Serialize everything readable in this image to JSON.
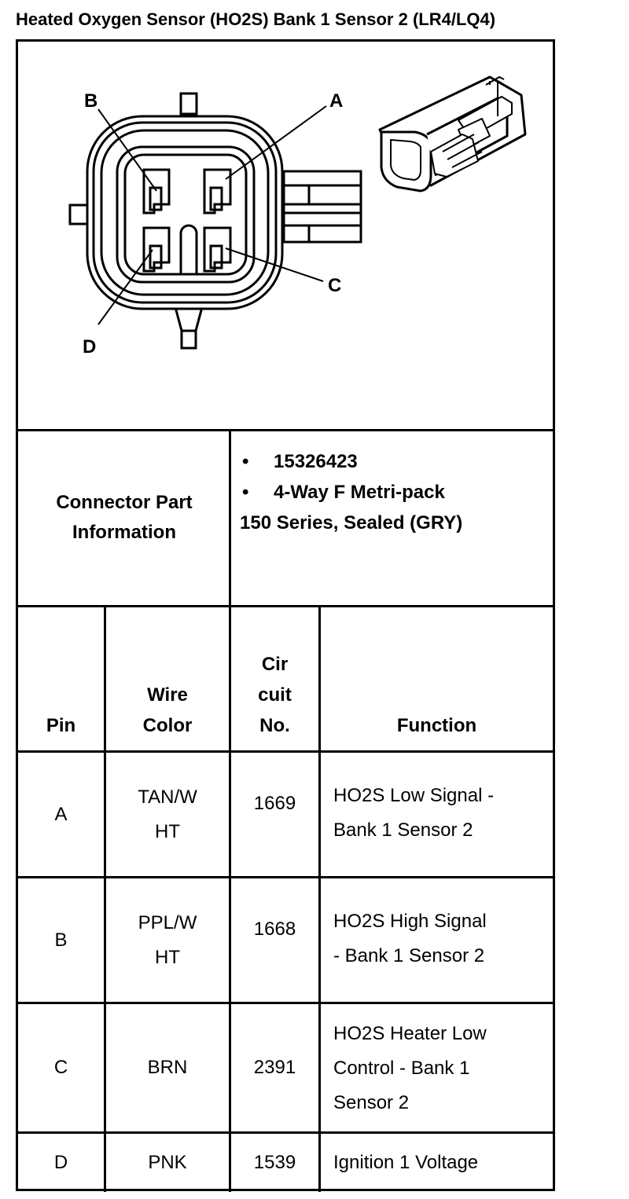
{
  "title": "Heated Oxygen Sensor (HO2S) Bank 1 Sensor 2 (LR4/LQ4)",
  "diagram": {
    "pin_labels": {
      "a": "A",
      "b": "B",
      "c": "C",
      "d": "D"
    }
  },
  "connector_info": {
    "label_line1": "Connector Part",
    "label_line2": "Information",
    "bullet_symbol": "•",
    "part_number": "15326423",
    "connector_type": "4-Way F Metri-pack",
    "connector_type_cont": "150 Series, Sealed (GRY)"
  },
  "table": {
    "headers": {
      "pin": "Pin",
      "wire_color_l1": "Wire",
      "wire_color_l2": "Color",
      "circuit_l1": "Cir",
      "circuit_l2": "cuit",
      "circuit_l3": "No.",
      "function": "Function"
    },
    "rows": [
      {
        "pin": "A",
        "wire_l1": "TAN/W",
        "wire_l2": "HT",
        "circuit": "1669",
        "func_l1": "HO2S Low Signal -",
        "func_l2": "Bank 1 Sensor 2",
        "func_l3": ""
      },
      {
        "pin": "B",
        "wire_l1": "PPL/W",
        "wire_l2": "HT",
        "circuit": "1668",
        "func_l1": "HO2S High Signal",
        "func_l2": "- Bank 1 Sensor 2",
        "func_l3": ""
      },
      {
        "pin": "C",
        "wire_l1": "BRN",
        "wire_l2": "",
        "circuit": "2391",
        "func_l1": "HO2S Heater Low",
        "func_l2": "Control - Bank 1",
        "func_l3": "Sensor 2"
      },
      {
        "pin": "D",
        "wire_l1": "PNK",
        "wire_l2": "",
        "circuit": "1539",
        "func_l1": "Ignition 1 Voltage",
        "func_l2": "",
        "func_l3": ""
      }
    ]
  }
}
